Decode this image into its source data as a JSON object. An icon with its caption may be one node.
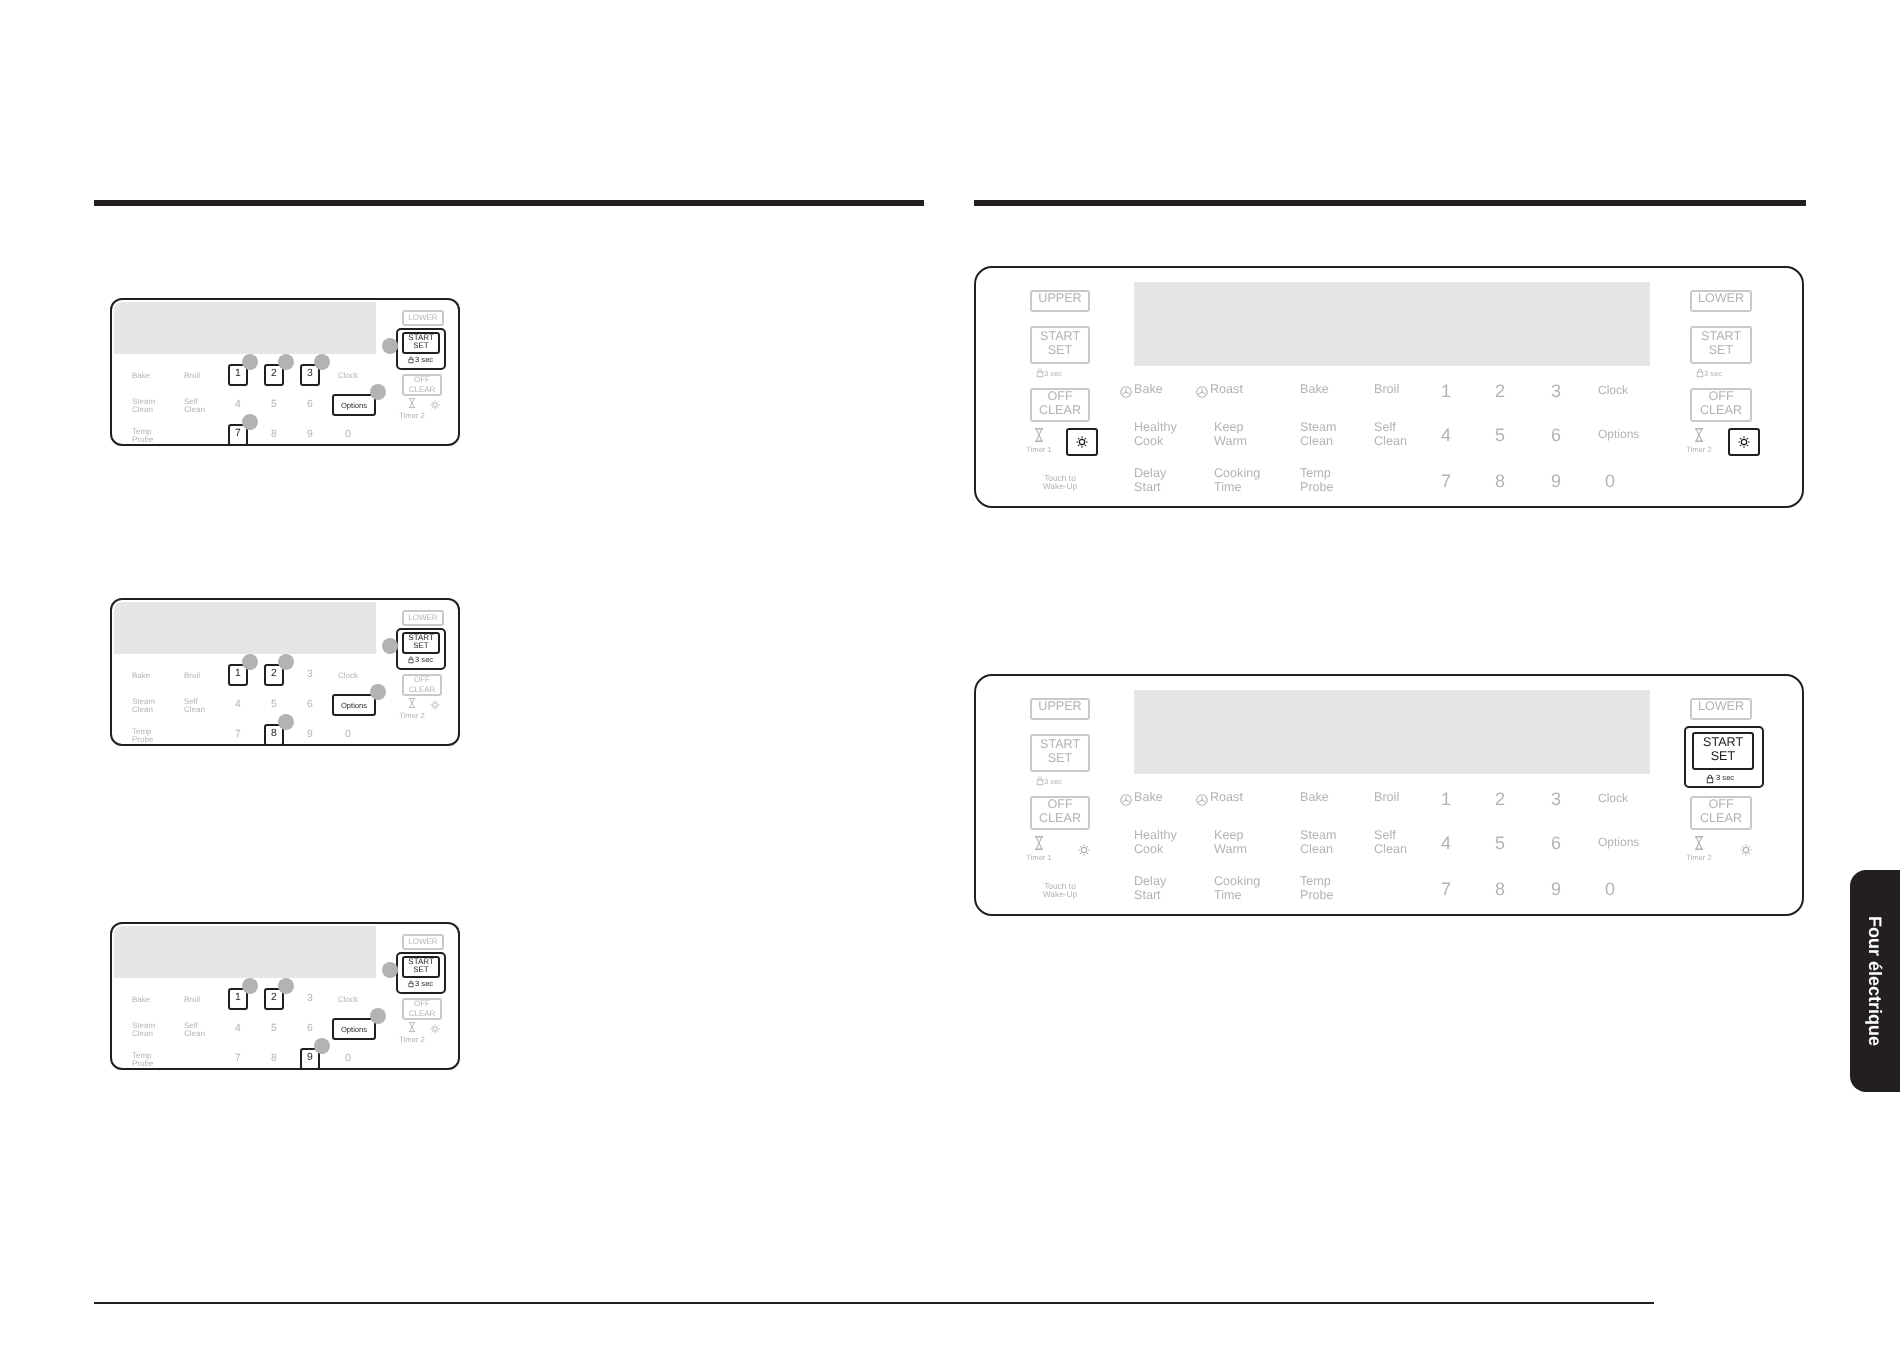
{
  "diagram": {
    "nodes": [
      {
        "text": [
          "Bake",
          "Broil",
          "Clock",
          "Steam Clean",
          "Self Clean",
          "4",
          "5",
          "6",
          "Timer 2",
          "Temp Probe",
          "8",
          "9",
          "0"
        ]
      },
      {
        "text": [],
        "shape": "box",
        "in": 0
      },
      {
        "text": [
          "LOWER"
        ],
        "in": 0
      },
      {
        "text": [
          "START SET",
          "3 sec"
        ],
        "in": 0
      },
      {
        "text": [
          "1"
        ],
        "in": 0
      },
      {
        "text": [
          "2"
        ],
        "in": 0
      },
      {
        "text": [
          "3"
        ],
        "in": 0
      },
      {
        "text": [
          "OFF CLEAR"
        ],
        "in": 0
      },
      {
        "text": [
          "Options"
        ],
        "in": 0
      },
      {
        "text": [
          "7"
        ],
        "in": 0
      },
      {
        "text": [
          "Bake",
          "Broil",
          "3",
          "Clock",
          "Steam Clean",
          "Self Clean",
          "4",
          "5",
          "6",
          "Timer 2",
          "Temp Probe",
          "7",
          "9",
          "0"
        ]
      },
      {
        "text": [],
        "shape": "box",
        "in": 10
      },
      {
        "text": [
          "LOWER"
        ],
        "in": 10
      },
      {
        "text": [
          "START SET",
          "3 sec"
        ],
        "in": 10
      },
      {
        "text": [
          "1"
        ],
        "in": 10
      },
      {
        "text": [
          "2"
        ],
        "in": 10
      },
      {
        "text": [
          "OFF CLEAR"
        ],
        "in": 10
      },
      {
        "text": [
          "Options"
        ],
        "in": 10
      },
      {
        "text": [
          "8"
        ],
        "in": 10
      },
      {
        "text": [
          "Bake",
          "Broil",
          "3",
          "Clock",
          "Steam Clean",
          "Self Clean",
          "4",
          "5",
          "6",
          "Timer 2",
          "Temp Probe",
          "7",
          "8",
          "0"
        ]
      },
      {
        "text": [],
        "shape": "box",
        "in": 19
      },
      {
        "text": [
          "LOWER"
        ],
        "in": 19
      },
      {
        "text": [
          "START SET",
          "3 sec"
        ],
        "in": 19
      },
      {
        "text": [
          "1"
        ],
        "in": 19
      },
      {
        "text": [
          "2"
        ],
        "in": 19
      },
      {
        "text": [
          "OFF CLEAR"
        ],
        "in": 19
      },
      {
        "text": [
          "Options"
        ],
        "in": 19
      },
      {
        "text": [
          "9"
        ],
        "in": 19
      },
      {
        "text": [
          "3 sec",
          "Bake",
          "Roast",
          "Bake",
          "Broil",
          "1",
          "2",
          "3",
          "Clock",
          "3 sec",
          "Timer 1",
          "Healthy Cook",
          "Keep Warm",
          "Steam Clean",
          "Self Clean",
          "4",
          "5",
          "6",
          "Options",
          "Timer 2",
          "Touch to Wake-Up",
          "Delay Start",
          "Cooking Time",
          "Temp Probe",
          "7",
          "8",
          "9",
          "0"
        ]
      },
      {
        "text": [
          "UPPER"
        ],
        "in": 28
      },
      {
        "text": [],
        "shape": "box",
        "in": 28
      },
      {
        "text": [
          "LOWER"
        ],
        "in": 28
      },
      {
        "text": [
          "START SET"
        ],
        "in": 28
      },
      {
        "text": [
          "START SET"
        ],
        "in": 28
      },
      {
        "text": [
          "OFF CLEAR"
        ],
        "in": 28
      },
      {
        "text": [
          "OFF CLEAR"
        ],
        "in": 28
      },
      {
        "text": [],
        "shape": "box",
        "in": 28
      },
      {
        "text": [],
        "shape": "box",
        "in": 28
      },
      {
        "text": [
          "3 sec",
          "Bake",
          "Roast",
          "Bake",
          "Broil",
          "1",
          "2",
          "3",
          "Clock",
          "Timer 1",
          "Healthy Cook",
          "Keep Warm",
          "Steam Clean",
          "Self Clean",
          "4",
          "5",
          "6",
          "Options",
          "Timer 2",
          "Touch to Wake-Up",
          "Delay Start",
          "Cooking Time",
          "Temp Probe",
          "7",
          "8",
          "9",
          "0"
        ]
      },
      {
        "text": [
          "UPPER"
        ],
        "in": 38
      },
      {
        "text": [],
        "shape": "box",
        "in": 38
      },
      {
        "text": [
          "LOWER"
        ],
        "in": 38
      },
      {
        "text": [
          "START SET"
        ],
        "in": 38
      },
      {
        "text": [
          "START SET",
          "3 sec"
        ],
        "in": 38
      },
      {
        "text": [
          "OFF CLEAR"
        ],
        "in": 38
      },
      {
        "text": [
          "OFF CLEAR"
        ],
        "in": 38
      }
    ],
    "labels": [
      "Four électrique"
    ]
  }
}
